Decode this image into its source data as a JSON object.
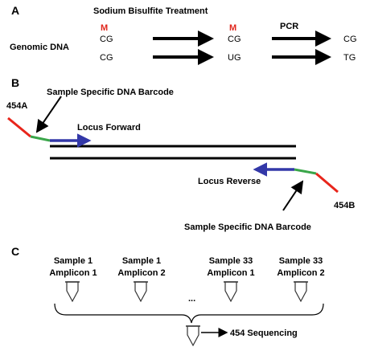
{
  "colors": {
    "methyl_mark": "#e0261c",
    "adapter": "#e8251b",
    "barcode": "#3aa64a",
    "primer": "#3338a8",
    "ink": "#000000"
  },
  "panel_a": {
    "letter": "A",
    "treatment": "Sodium Bisulfite Treatment",
    "pcr": "PCR",
    "genomic_dna": "Genomic DNA",
    "methyl_mark": "M",
    "row1": [
      "CG",
      "CG",
      "CG"
    ],
    "row2": [
      "CG",
      "UG",
      "TG"
    ]
  },
  "panel_b": {
    "letter": "B",
    "adapter_left": "454A",
    "adapter_right": "454B",
    "barcode_top": "Sample Specific DNA Barcode",
    "barcode_bottom": "Sample Specific DNA Barcode",
    "locus_forward": "Locus Forward",
    "locus_reverse": "Locus Reverse"
  },
  "panel_c": {
    "letter": "C",
    "samples": [
      {
        "sample": "Sample 1",
        "amplicon": "Amplicon 1"
      },
      {
        "sample": "Sample 1",
        "amplicon": "Amplicon 2"
      },
      {
        "sample": "Sample 33",
        "amplicon": "Amplicon 1"
      },
      {
        "sample": "Sample 33",
        "amplicon": "Amplicon 2"
      }
    ],
    "ellipsis": "...",
    "sequencing": "454 Sequencing"
  }
}
